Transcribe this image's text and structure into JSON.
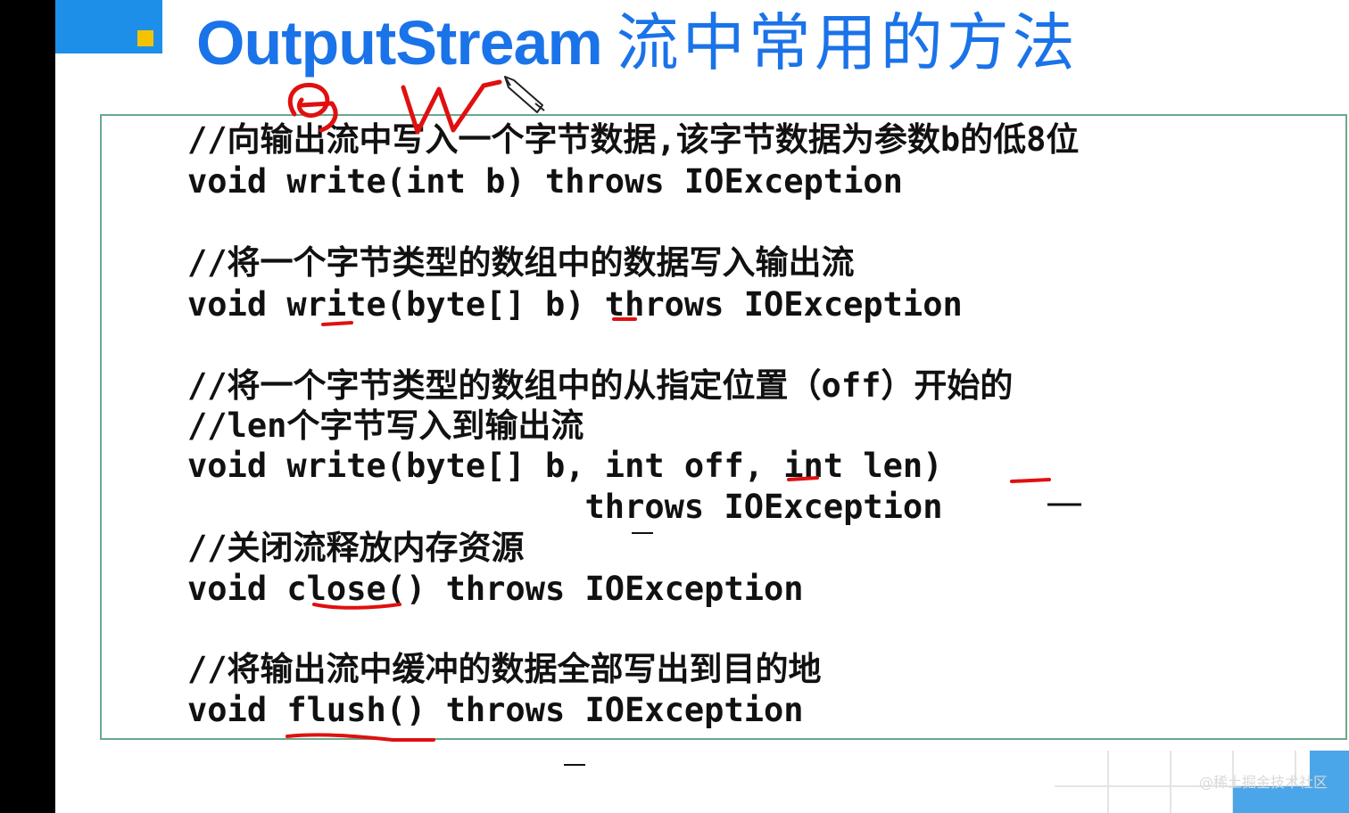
{
  "slide": {
    "title_en": "OutputStream",
    "title_cn": "流中常用的方法"
  },
  "methods": [
    {
      "comment": [
        "//向输出流中写入一个字节数据,该字节数据为参数b的低8位"
      ],
      "signature": [
        "void write(int b) throws IOException"
      ]
    },
    {
      "comment": [
        "//将一个字节类型的数组中的数据写入输出流"
      ],
      "signature": [
        "void write(byte[] b) throws IOException"
      ]
    },
    {
      "comment": [
        "//将一个字节类型的数组中的从指定位置（off）开始的",
        "//len个字节写入到输出流"
      ],
      "signature": [
        "void write(byte[] b, int off, int len)",
        "                    throws IOException"
      ]
    },
    {
      "comment": [
        "//关闭流释放内存资源"
      ],
      "signature": [
        "void close() throws IOException"
      ]
    },
    {
      "comment": [
        "//将输出流中缓冲的数据全部写出到目的地"
      ],
      "signature": [
        "void flush() throws IOException"
      ]
    }
  ],
  "watermark": "@稀土掘金技术社区",
  "colors": {
    "title": "#1a73e8",
    "title_deco": "#1e8fe8",
    "accent_square": "#f3c300",
    "box_border": "#6aa88e",
    "annotation_red": "#e01010"
  }
}
